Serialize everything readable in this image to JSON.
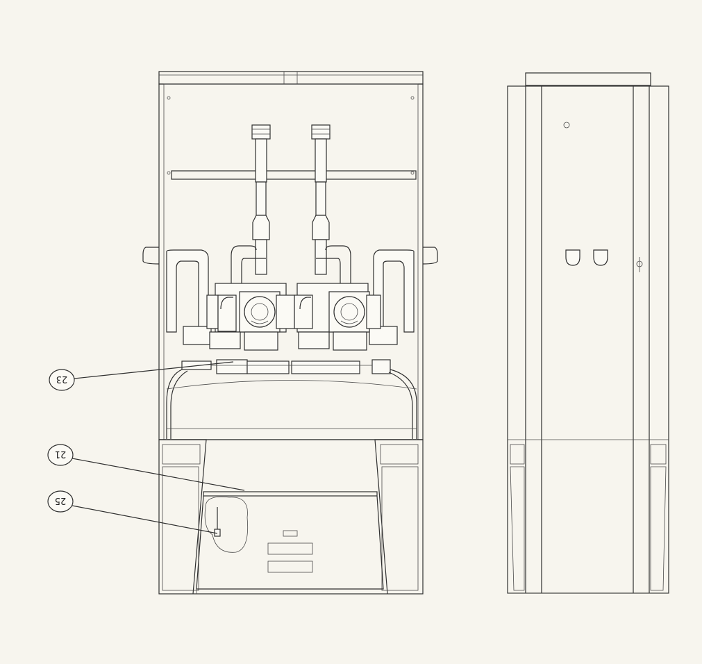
{
  "callouts": [
    {
      "id": "c23",
      "label": "23"
    },
    {
      "id": "c21",
      "label": "21"
    },
    {
      "id": "c25",
      "label": "25"
    }
  ]
}
